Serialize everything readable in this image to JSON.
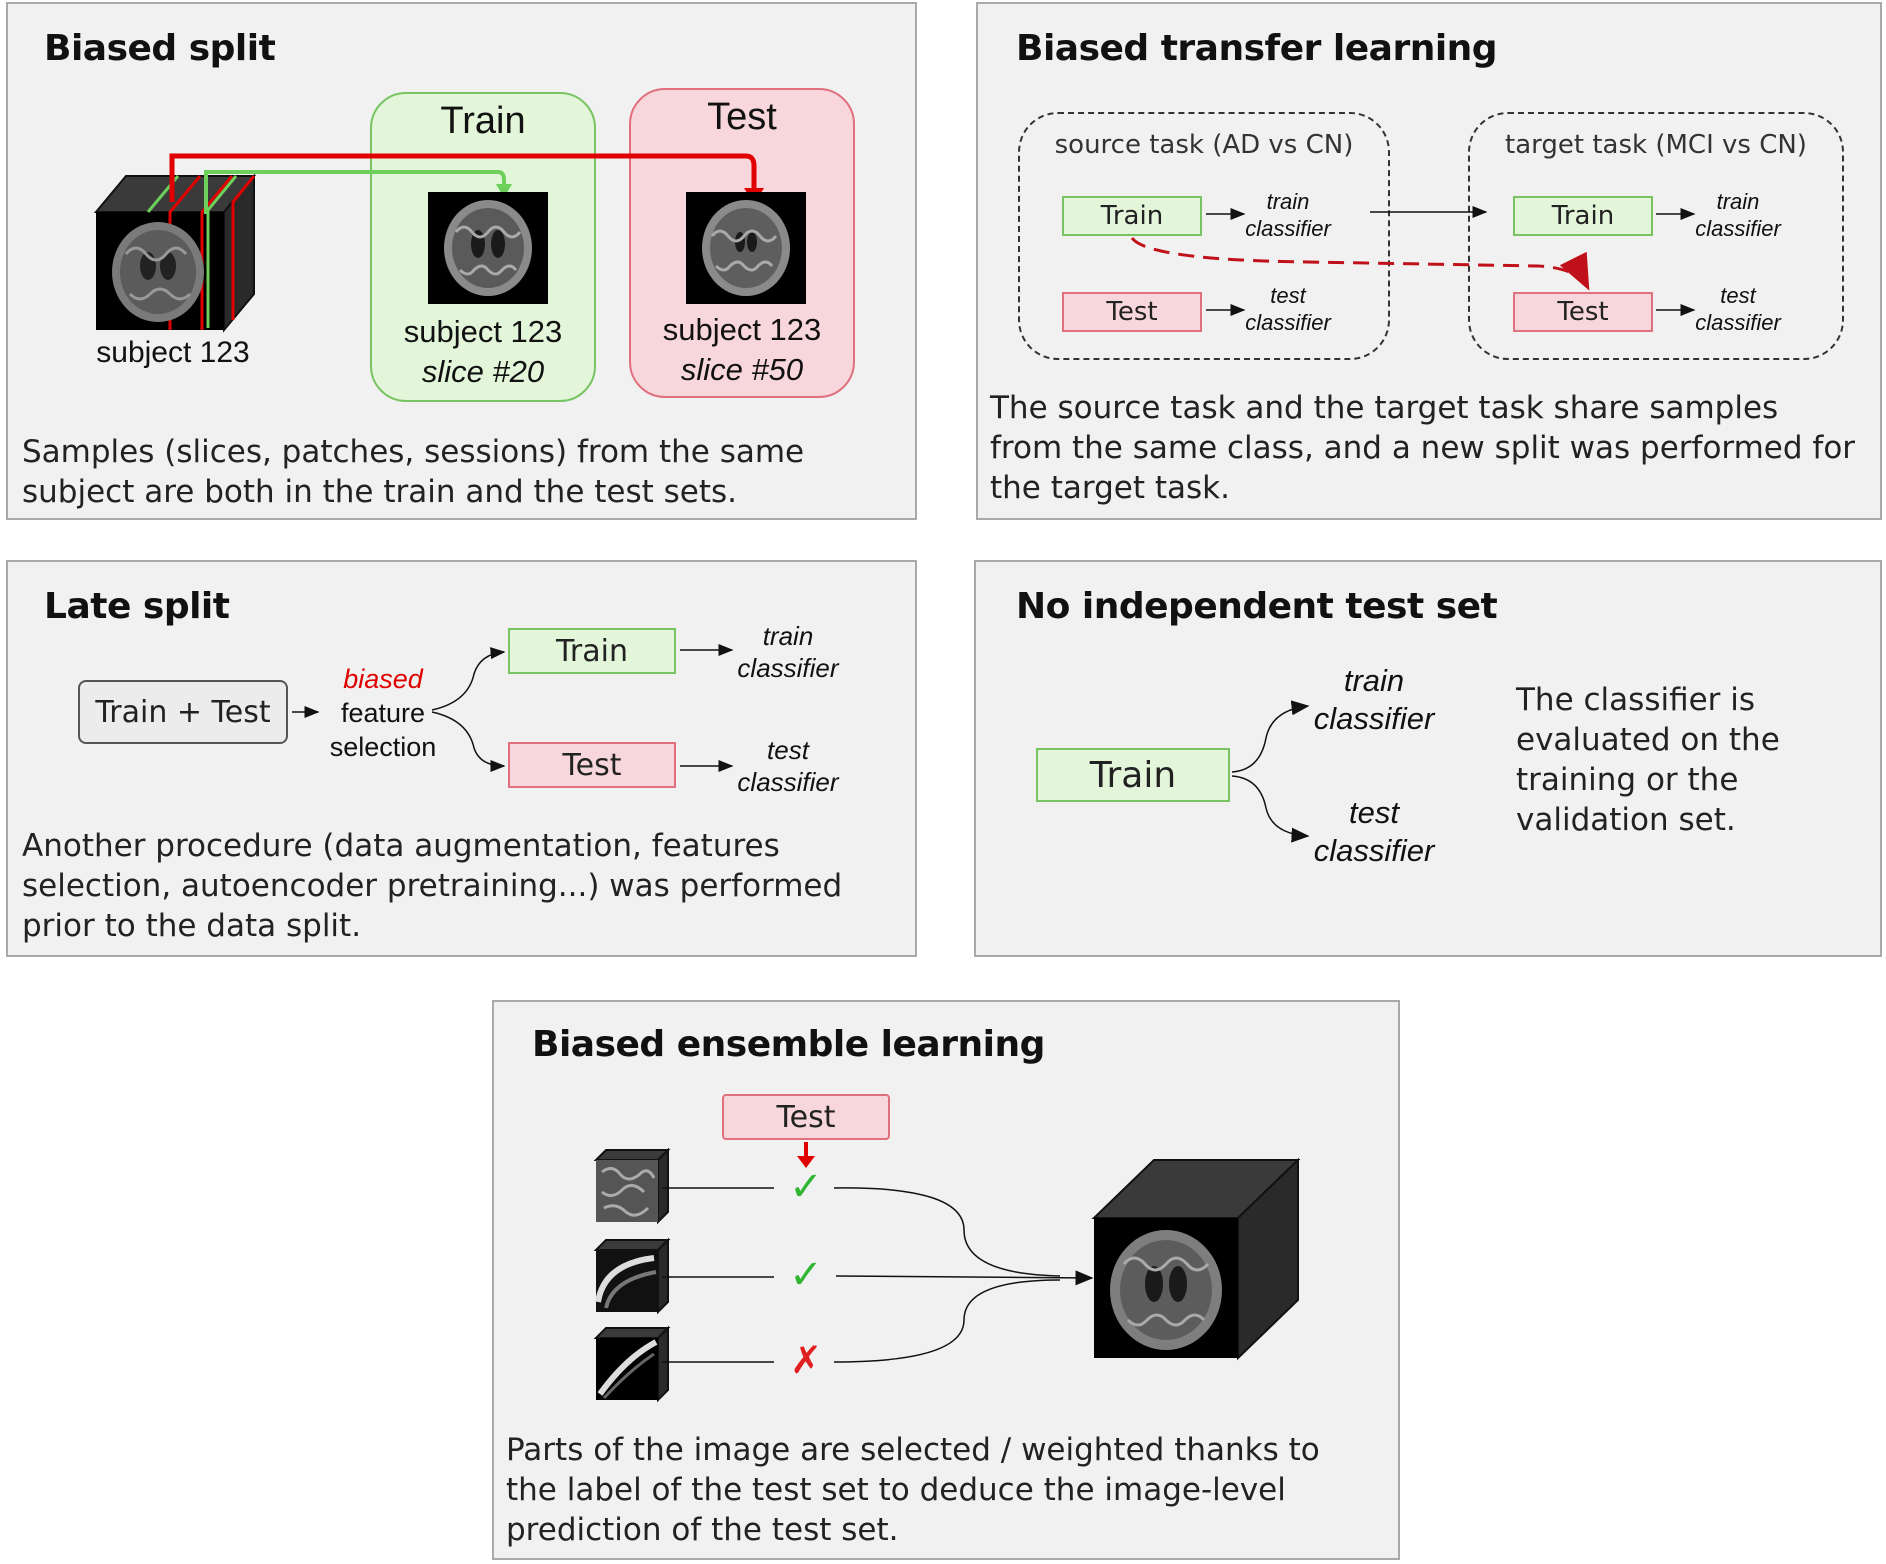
{
  "biased_split": {
    "title": "Biased split",
    "train_label": "Train",
    "test_label": "Test",
    "subject_label": "subject 123",
    "train_subject": "subject 123",
    "train_slice": "slice #20",
    "test_subject": "subject 123",
    "test_slice": "slice #50",
    "desc_line1": "Samples (slices, patches, sessions) from the same",
    "desc_line2": "subject are both in the train and the test sets."
  },
  "transfer": {
    "title": "Biased transfer learning",
    "source_label": "source task (AD vs CN)",
    "target_label": "target task (MCI vs CN)",
    "train_box": "Train",
    "test_box": "Test",
    "train_line1": "train",
    "train_line2": "classifier",
    "test_line1": "test",
    "test_line2": "classifier",
    "desc_line1": "The source task and the target task share samples",
    "desc_line2": "from the same class, and a new split was performed for",
    "desc_line3": "the target task."
  },
  "late_split": {
    "title": "Late split",
    "input_box": "Train + Test",
    "biased": "biased",
    "feature": "feature",
    "selection": "selection",
    "train_box": "Train",
    "test_box": "Test",
    "train_line1": "train",
    "train_line2": "classifier",
    "test_line1": "test",
    "test_line2": "classifier",
    "desc_line1": "Another procedure (data augmentation, features",
    "desc_line2": "selection, autoencoder pretraining...) was performed",
    "desc_line3": "prior to the data split."
  },
  "no_test": {
    "title": "No independent test set",
    "train_box": "Train",
    "train_line1": "train",
    "train_line2": "classifier",
    "test_line1": "test",
    "test_line2": "classifier",
    "desc_line1": "The classifier is",
    "desc_line2": "evaluated on the",
    "desc_line3": "training or the",
    "desc_line4": "validation set."
  },
  "ensemble": {
    "title": "Biased ensemble learning",
    "test_box": "Test",
    "check1": "✓",
    "check2": "✓",
    "cross": "✗",
    "desc_line1": "Parts of the image are selected / weighted thanks to",
    "desc_line2": "the label of the test set to deduce the image-level",
    "desc_line3": "prediction of the test set."
  },
  "colors": {
    "green_fill": "#e3f6da",
    "green_border": "#78c462",
    "red_fill": "#f7d6dc",
    "red_border": "#e0707e",
    "arrow_red": "#e00000",
    "arrow_green": "#6cd05a",
    "check_green": "#2fb52f",
    "cross_red": "#e02020"
  }
}
